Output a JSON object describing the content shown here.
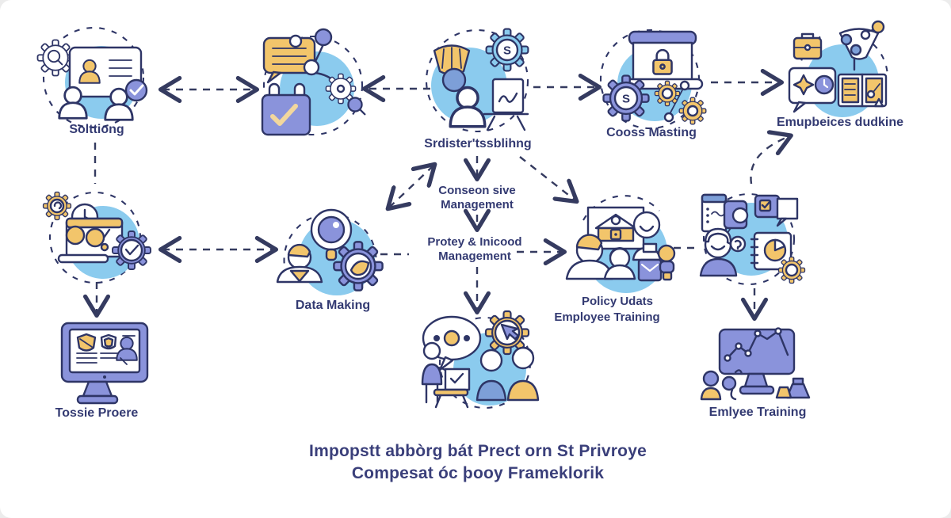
{
  "colors": {
    "background": "#ffffff",
    "outline": "#2e3566",
    "label_text": "#333a72",
    "title_text": "#3a3f7a",
    "accent_blue": "#8bcbee",
    "accent_purple": "#8a93db",
    "accent_yellow": "#f2c56b",
    "arrow": "#353b60"
  },
  "nodes": {
    "solutions": {
      "label": "Solttiong"
    },
    "training_session": {
      "label": "Srdister'tssblihng",
      "gear_letter": "S"
    },
    "cross_hosting": {
      "label": "Cooss Masting",
      "gear_letter": "S"
    },
    "employee_guidelines": {
      "label": "Emupbeices dudkine"
    },
    "data_making": {
      "label": "Data Making"
    },
    "policy_updates": {
      "label_line1": "Policy Udats",
      "label_line2": "Employee Training"
    },
    "process_monitor": {
      "label": "Tossie Proere"
    },
    "employee_training": {
      "label": "Emlyee Training"
    }
  },
  "flow_labels": {
    "consent": {
      "line1": "Conseon sive",
      "line2": "Management"
    },
    "privacy": {
      "line1": "Protey & Inicood",
      "line2": "Management"
    }
  },
  "title": {
    "line1": "Impopstt abbòrg bát Prect orn St Privroye",
    "line2": "Compesat óc þooy Frameklorik"
  }
}
